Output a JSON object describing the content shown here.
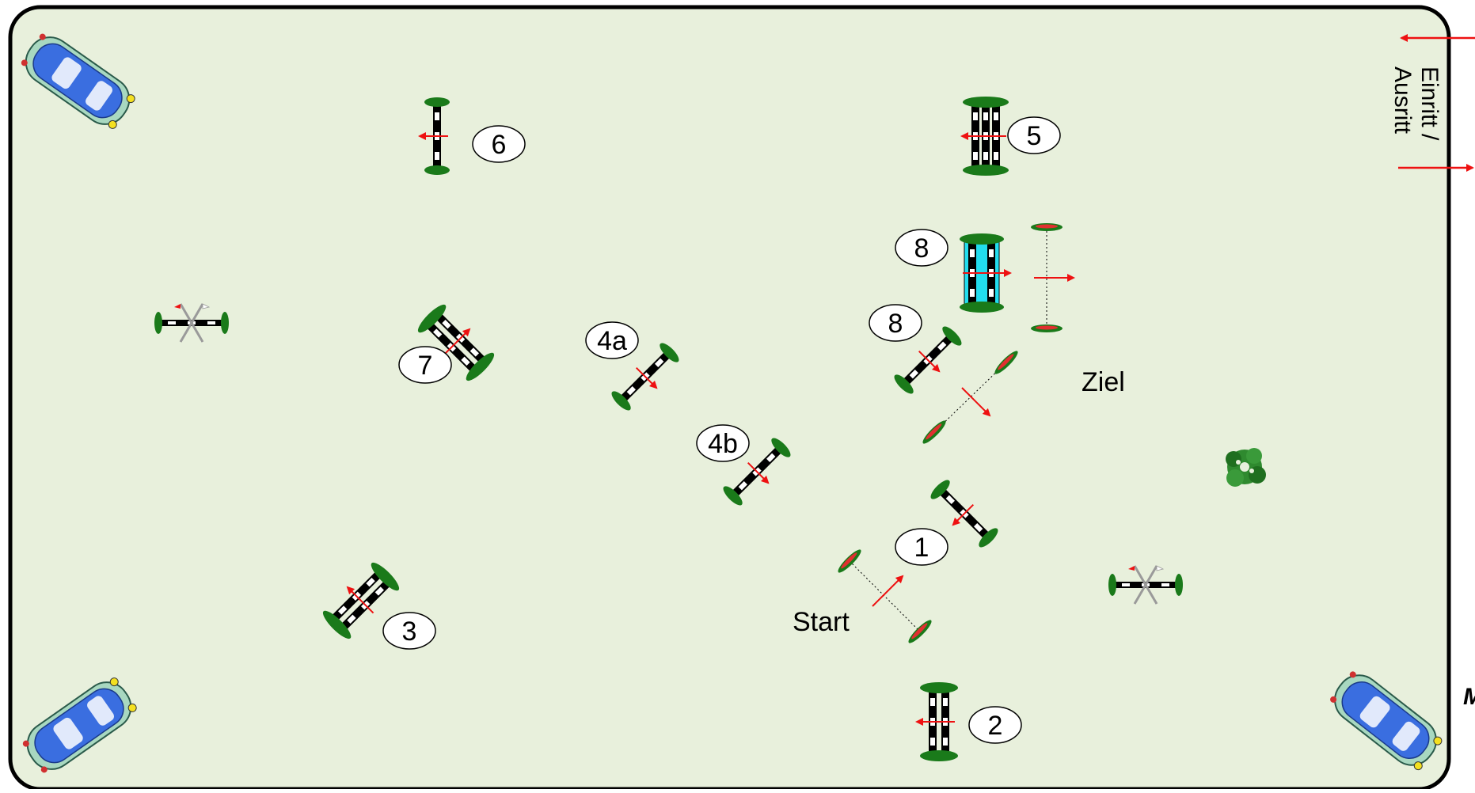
{
  "arena": {
    "background_color": "#e8f0dc",
    "border_color": "#000000"
  },
  "entrance": {
    "label_line1": "Einritt /",
    "label_line2": "Ausritt",
    "arrow_color": "#ee1111"
  },
  "labels": {
    "start": "Start",
    "ziel": "Ziel",
    "edge_partial": "M"
  },
  "obstacle_numbers": {
    "n1": "1",
    "n2": "2",
    "n3": "3",
    "n4a": "4a",
    "n4b": "4b",
    "n5": "5",
    "n6": "6",
    "n7": "7",
    "n8a": "8",
    "n8b": "8"
  },
  "colors": {
    "pole": "#000000",
    "pole_stripe": "#ffffff",
    "wing": "#1a7a1a",
    "direction_arrow": "#ee1111",
    "water": "#22ddee",
    "car_body": "#3366dd",
    "car_trim": "#88c8b0"
  },
  "icons": {
    "car": "car-icon",
    "bush": "bush-icon",
    "flag_cross": "crossed-flags-icon"
  }
}
